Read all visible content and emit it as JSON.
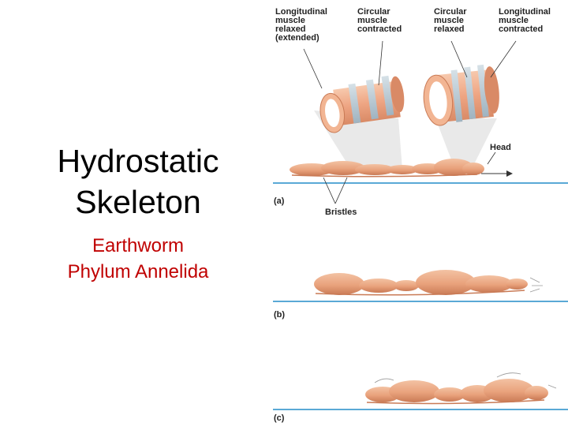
{
  "slide": {
    "title_line1": "Hydrostatic",
    "title_line2": "Skeleton",
    "subtitle_line1": "Earthworm",
    "subtitle_line2": "Phylum Annelida"
  },
  "figure": {
    "labels": {
      "long_relaxed": "Longitudinal\nmuscle\nrelaxed\n(extended)",
      "circ_contracted": "Circular\nmuscle\ncontracted",
      "circ_relaxed": "Circular\nmuscle\nrelaxed",
      "long_contracted": "Longitudinal\nmuscle\ncontracted",
      "head": "Head",
      "bristles": "Bristles"
    },
    "panels": [
      "(a)",
      "(b)",
      "(c)"
    ],
    "colors": {
      "worm": "#e9a27c",
      "worm_dark": "#c97a55",
      "muscle_band": "#b9c9d3",
      "ground_line": "#5aa9d6",
      "title_color": "#c00000"
    }
  }
}
